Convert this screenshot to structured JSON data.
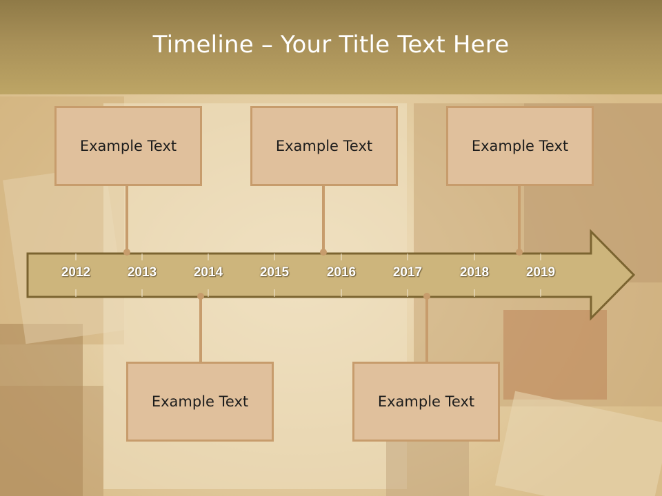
{
  "title": "Timeline – Your Title Text Here",
  "years": [
    "2012",
    "2013",
    "2014",
    "2015",
    "2016",
    "2017",
    "2018",
    "2019"
  ],
  "events": [
    {
      "text": "Example Text",
      "position": "above"
    },
    {
      "text": "Example Text",
      "position": "above"
    },
    {
      "text": "Example Text",
      "position": "above"
    },
    {
      "text": "Example Text",
      "position": "below"
    },
    {
      "text": "Example Text",
      "position": "below"
    }
  ],
  "colors": {
    "title_bar": "#a89058",
    "arrow_fill": "#cdb57c",
    "arrow_stroke": "#7b6430",
    "box_fill": "#e0c09c",
    "box_border": "#c79c6c",
    "connector": "#c79c6c"
  }
}
